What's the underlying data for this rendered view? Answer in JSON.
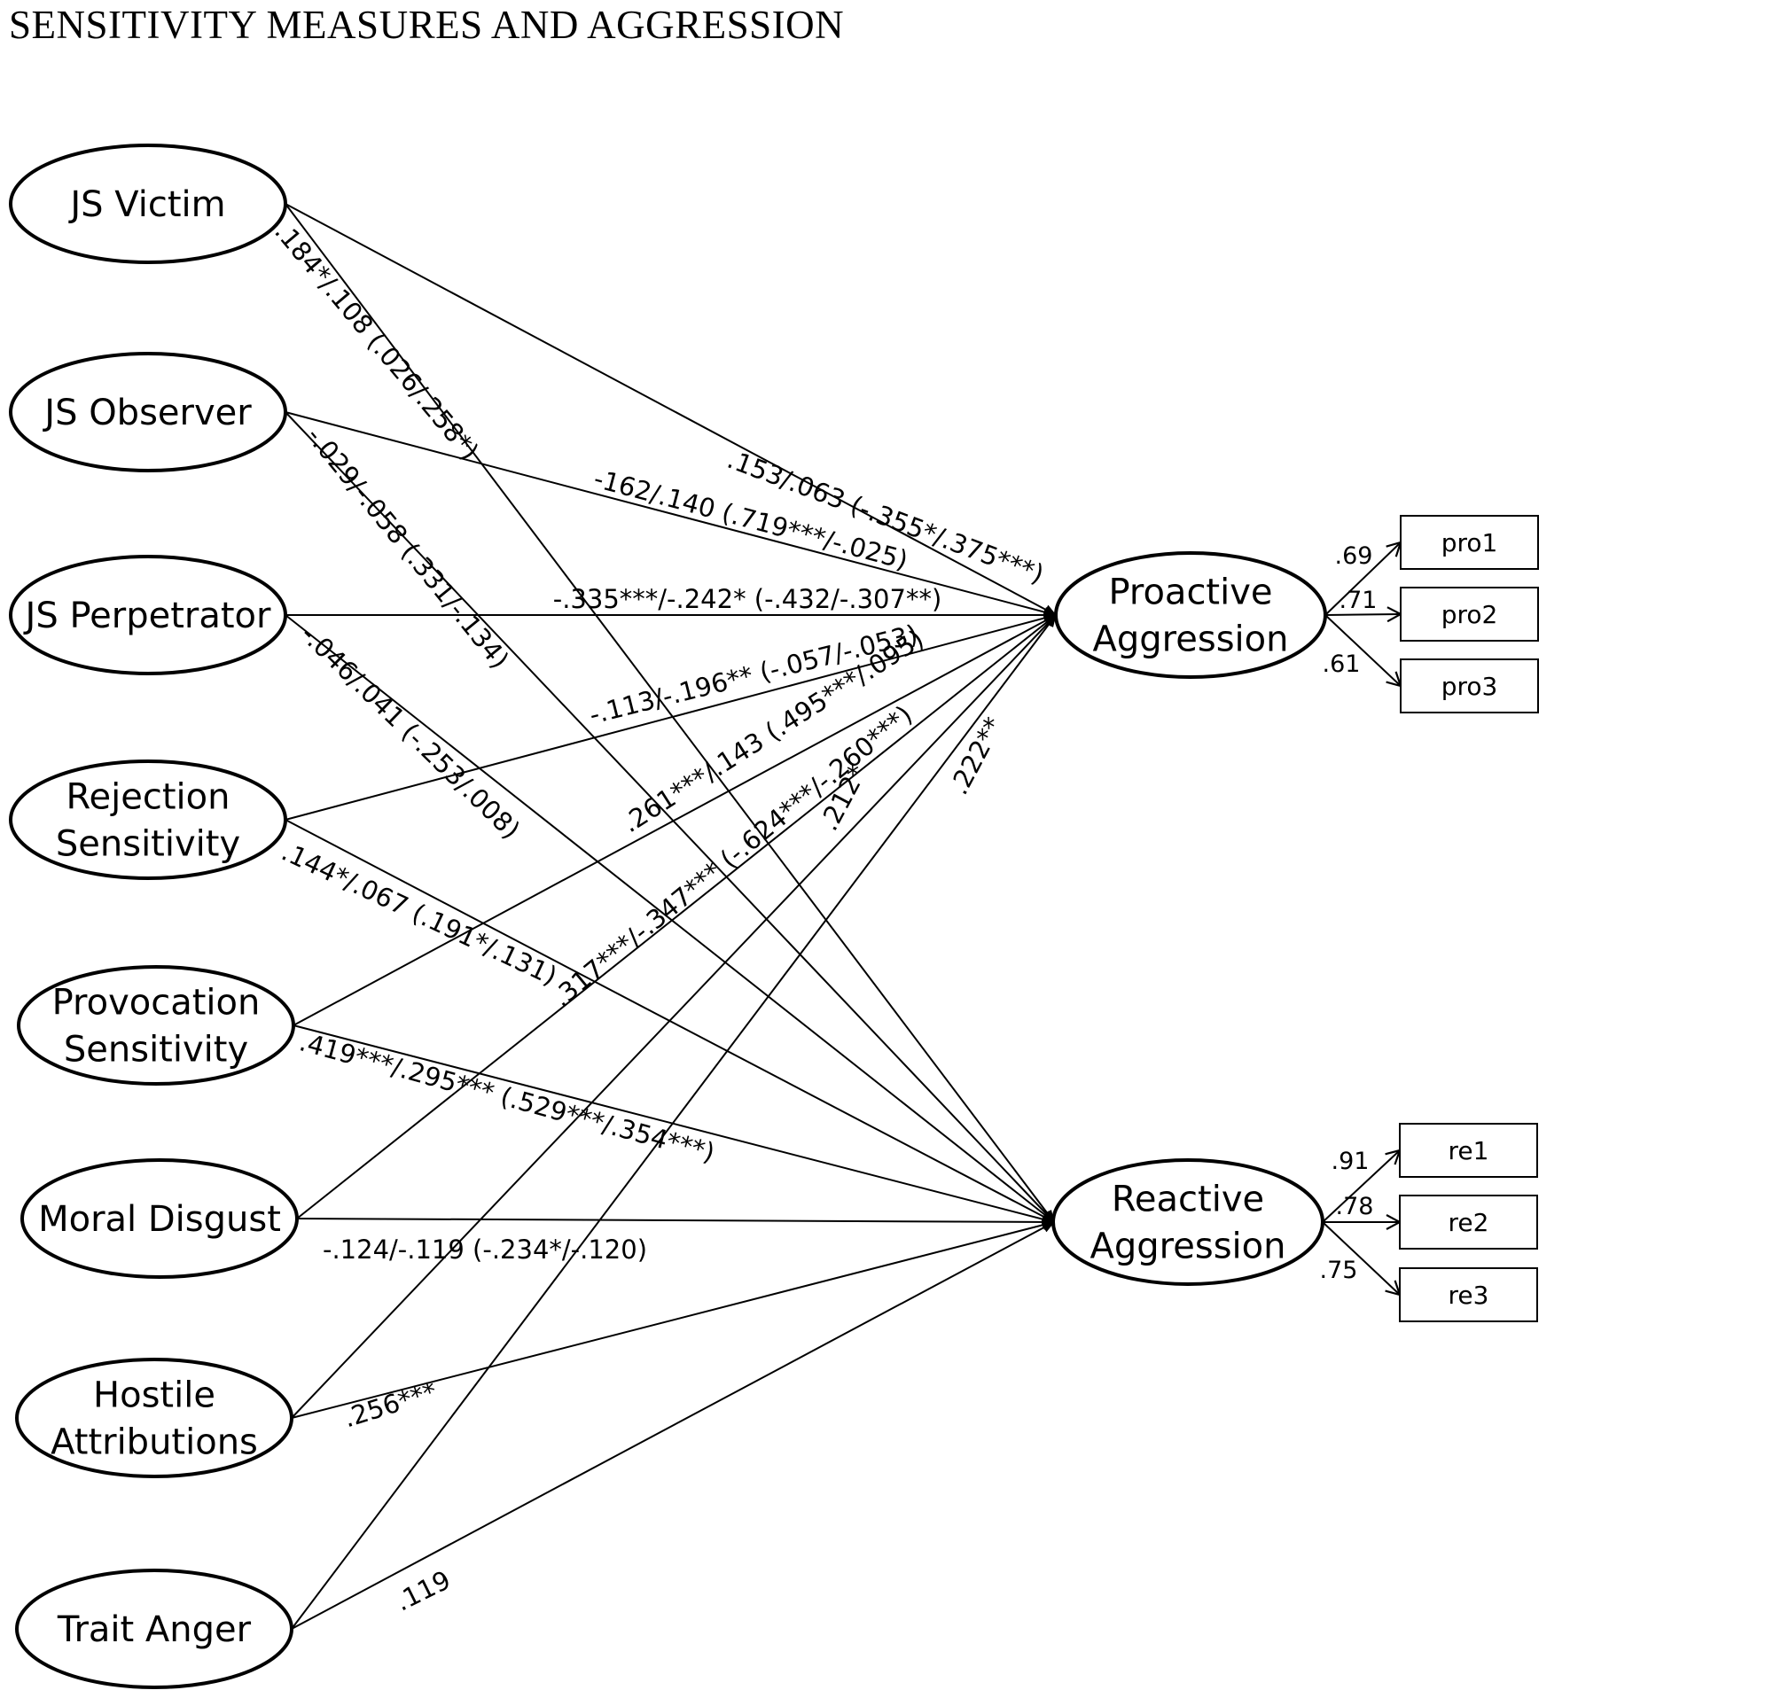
{
  "header": {
    "title": "SENSITIVITY MEASURES AND AGGRESSION"
  },
  "predictors": [
    {
      "id": "js_victim",
      "lines": [
        "JS Victim"
      ]
    },
    {
      "id": "js_observer",
      "lines": [
        "JS Observer"
      ]
    },
    {
      "id": "js_perpetrator",
      "lines": [
        "JS Perpetrator"
      ]
    },
    {
      "id": "rejection",
      "lines": [
        "Rejection",
        "Sensitivity"
      ]
    },
    {
      "id": "provocation",
      "lines": [
        "Provocation",
        "Sensitivity"
      ]
    },
    {
      "id": "moral_disgust",
      "lines": [
        "Moral Disgust"
      ]
    },
    {
      "id": "hostile",
      "lines": [
        "Hostile",
        "Attributions"
      ]
    },
    {
      "id": "trait_anger",
      "lines": [
        "Trait Anger"
      ]
    }
  ],
  "outcomes": [
    {
      "id": "proactive",
      "lines": [
        "Proactive",
        "Aggression"
      ],
      "indicators": [
        {
          "label": "pro1",
          "loading": ".69"
        },
        {
          "label": "pro2",
          "loading": ".71"
        },
        {
          "label": "pro3",
          "loading": ".61"
        }
      ]
    },
    {
      "id": "reactive",
      "lines": [
        "Reactive",
        "Aggression"
      ],
      "indicators": [
        {
          "label": "re1",
          "loading": ".91"
        },
        {
          "label": "re2",
          "loading": ".78"
        },
        {
          "label": "re3",
          "loading": ".75"
        }
      ]
    }
  ],
  "paths": [
    {
      "from": "js_victim",
      "to": "proactive",
      "label": ".153/.063 (-.355*/.375***)"
    },
    {
      "from": "js_victim",
      "to": "reactive",
      "label": ".184*/.108 (.026/.258*)"
    },
    {
      "from": "js_observer",
      "to": "proactive",
      "label": "-162/.140 (.719***/-.025)"
    },
    {
      "from": "js_observer",
      "to": "reactive",
      "label": "-.029/-.058 (.331/-.134)"
    },
    {
      "from": "js_perpetrator",
      "to": "proactive",
      "label": "-.335***/-.242* (-.432/-.307**)"
    },
    {
      "from": "js_perpetrator",
      "to": "reactive",
      "label": "-.046/.041 (-.253/.008)"
    },
    {
      "from": "rejection",
      "to": "proactive",
      "label": "-.113/-.196** (-.057/-.053)"
    },
    {
      "from": "rejection",
      "to": "reactive",
      "label": ".144*/.067 (.191*/.131)"
    },
    {
      "from": "provocation",
      "to": "proactive",
      "label": ".261***/.143 (.495***/.095)"
    },
    {
      "from": "provocation",
      "to": "reactive",
      "label": ".419***/.295*** (.529***/.354***)"
    },
    {
      "from": "moral_disgust",
      "to": "proactive",
      "label": ".317***/-.347*** (-.624***/-.260***)"
    },
    {
      "from": "moral_disgust",
      "to": "reactive",
      "label": "-.124/-.119 (-.234*/-.120)"
    },
    {
      "from": "hostile",
      "to": "proactive",
      "label": ".212*"
    },
    {
      "from": "hostile",
      "to": "reactive",
      "label": ".256***"
    },
    {
      "from": "trait_anger",
      "to": "proactive",
      "label": ".222**"
    },
    {
      "from": "trait_anger",
      "to": "reactive",
      "label": ".119"
    }
  ]
}
